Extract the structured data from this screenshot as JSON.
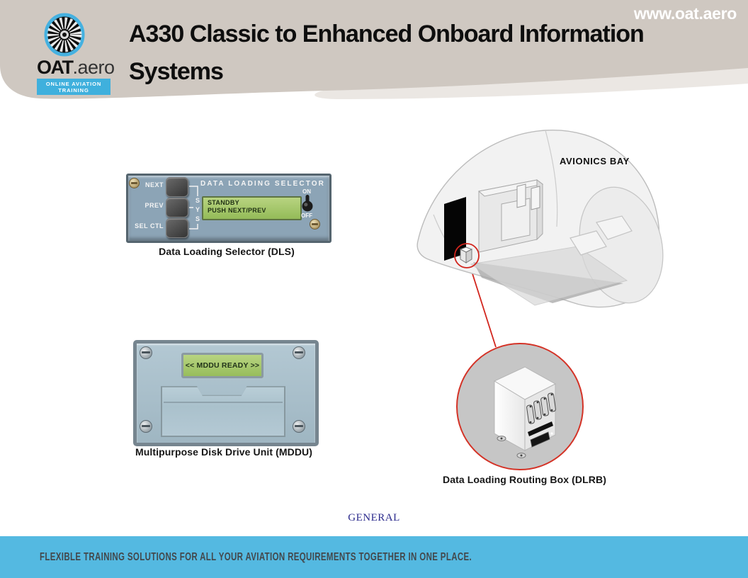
{
  "header": {
    "title_line1": "A330 Classic to Enhanced Onboard Information",
    "title_line2": "Systems",
    "website": "www.oat.aero",
    "logo": {
      "brand_main": "OAT",
      "brand_suffix": ".aero",
      "tagline": "ONLINE AVIATION TRAINING"
    }
  },
  "figures": {
    "dls": {
      "caption": "Data Loading Selector (DLS)",
      "panel_title": "DATA  LOADING  SELECTOR",
      "buttons": [
        "NEXT",
        "PREV",
        "SEL  CTL"
      ],
      "sys_letters": [
        "S",
        "Y",
        "S"
      ],
      "display_line1": "STANDBY",
      "display_line2": "PUSH NEXT/PREV",
      "switch_on": "ON",
      "switch_off": "OFF"
    },
    "mddu": {
      "caption": "Multipurpose Disk Drive Unit (MDDU)",
      "display": "<< MDDU READY >>"
    },
    "avionics_bay": {
      "label": "AVIONICS BAY"
    },
    "dlrb": {
      "caption": "Data Loading Routing Box (DLRB)"
    }
  },
  "footer": {
    "section_label": "GENERAL",
    "banner": "FLEXIBLE TRAINING SOLUTIONS FOR ALL YOUR AVIATION REQUIREMENTS TOGETHER IN ONE PLACE."
  },
  "colors": {
    "header_bg": "#cfc8c1",
    "top_edge_dark": "#2c2b29",
    "footer_bar": "#54b9e1",
    "logo_blue": "#3fb0dd",
    "panel_blue_gray": "#8ca4b6",
    "panel_border": "#55656f",
    "lcd_green": "#a3c767",
    "mddu_frame": "#76858f",
    "mddu_panel": "#a9bfca",
    "highlight_red": "#d2251d",
    "circle_gray": "#c6c6c6",
    "section_label_color": "#2b2a8c"
  }
}
